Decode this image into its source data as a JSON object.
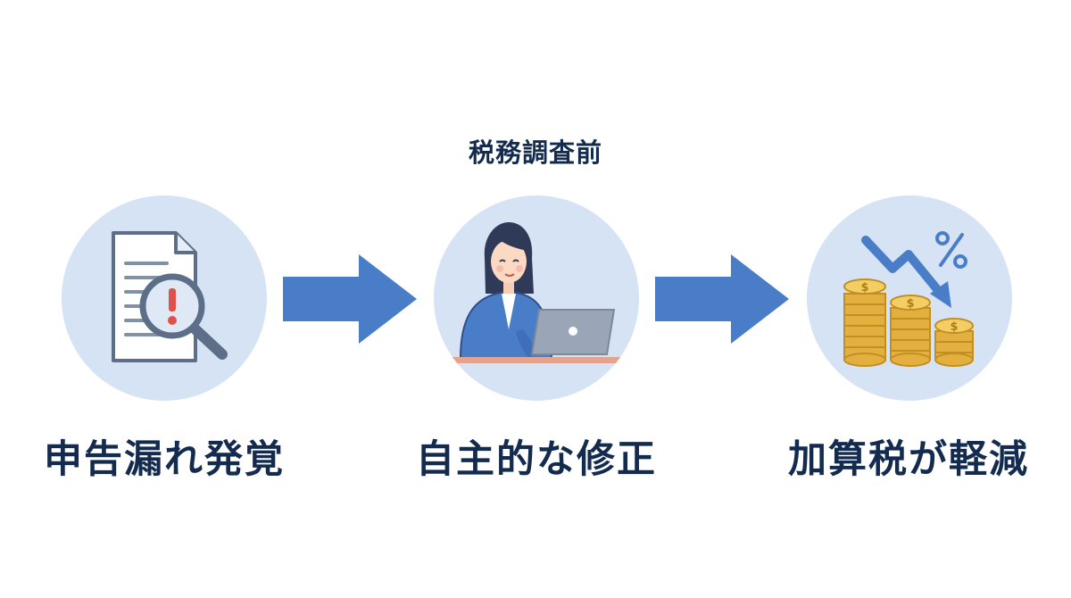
{
  "header": {
    "timing_label": "税務調査前"
  },
  "steps": [
    {
      "label": "申告漏れ発覚",
      "icon": "document-magnifier-warning-icon"
    },
    {
      "label": "自主的な修正",
      "icon": "woman-at-laptop-icon"
    },
    {
      "label": "加算税が軽減",
      "icon": "coins-down-arrow-percent-icon"
    }
  ],
  "colors": {
    "circle_bg": "#d6e3f5",
    "arrow": "#4a7dc8",
    "text": "#142b50",
    "coin": "#f0c24e",
    "warning": "#e0514a"
  }
}
